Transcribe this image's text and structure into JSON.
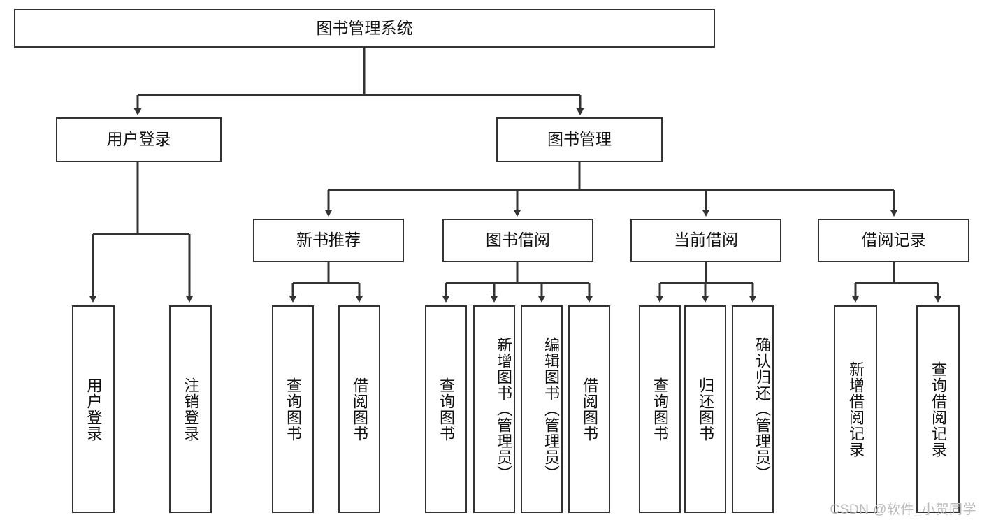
{
  "diagram": {
    "title": "图书管理系统",
    "type": "tree-hierarchy",
    "root": {
      "id": "root",
      "label": "图书管理系统"
    },
    "level2": [
      {
        "id": "user-login",
        "label": "用户登录"
      },
      {
        "id": "book-manage",
        "label": "图书管理"
      }
    ],
    "level3": [
      {
        "id": "new-book-recommend",
        "label": "新书推荐",
        "parent": "book-manage"
      },
      {
        "id": "book-borrow",
        "label": "图书借阅",
        "parent": "book-manage"
      },
      {
        "id": "current-borrow",
        "label": "当前借阅",
        "parent": "book-manage"
      },
      {
        "id": "borrow-record",
        "label": "借阅记录",
        "parent": "book-manage"
      }
    ],
    "leaves": [
      {
        "id": "leaf-user-login",
        "label": "用户登录",
        "parent": "user-login"
      },
      {
        "id": "leaf-user-logout",
        "label": "注销登录",
        "parent": "user-login"
      },
      {
        "id": "leaf-query-book-1",
        "label": "查询图书",
        "parent": "new-book-recommend"
      },
      {
        "id": "leaf-borrow-book-1",
        "label": "借阅图书",
        "parent": "new-book-recommend"
      },
      {
        "id": "leaf-query-book-2",
        "label": "查询图书",
        "parent": "book-borrow"
      },
      {
        "id": "leaf-add-book",
        "label": "新增图书（管理员）",
        "parent": "book-borrow"
      },
      {
        "id": "leaf-edit-book",
        "label": "编辑图书（管理员）",
        "parent": "book-borrow"
      },
      {
        "id": "leaf-borrow-book-2",
        "label": "借阅图书",
        "parent": "book-borrow"
      },
      {
        "id": "leaf-query-book-3",
        "label": "查询图书",
        "parent": "current-borrow"
      },
      {
        "id": "leaf-return-book",
        "label": "归还图书",
        "parent": "current-borrow"
      },
      {
        "id": "leaf-confirm-return",
        "label": "确认归还（管理员）",
        "parent": "current-borrow"
      },
      {
        "id": "leaf-add-record",
        "label": "新增借阅记录",
        "parent": "borrow-record"
      },
      {
        "id": "leaf-query-record",
        "label": "查询借阅记录",
        "parent": "borrow-record"
      }
    ]
  },
  "watermark": {
    "text": "CSDN @软件_小贺同学"
  },
  "colors": {
    "border": "#333333",
    "background": "#ffffff",
    "text": "#111111",
    "watermark": "#b9b9b9"
  }
}
